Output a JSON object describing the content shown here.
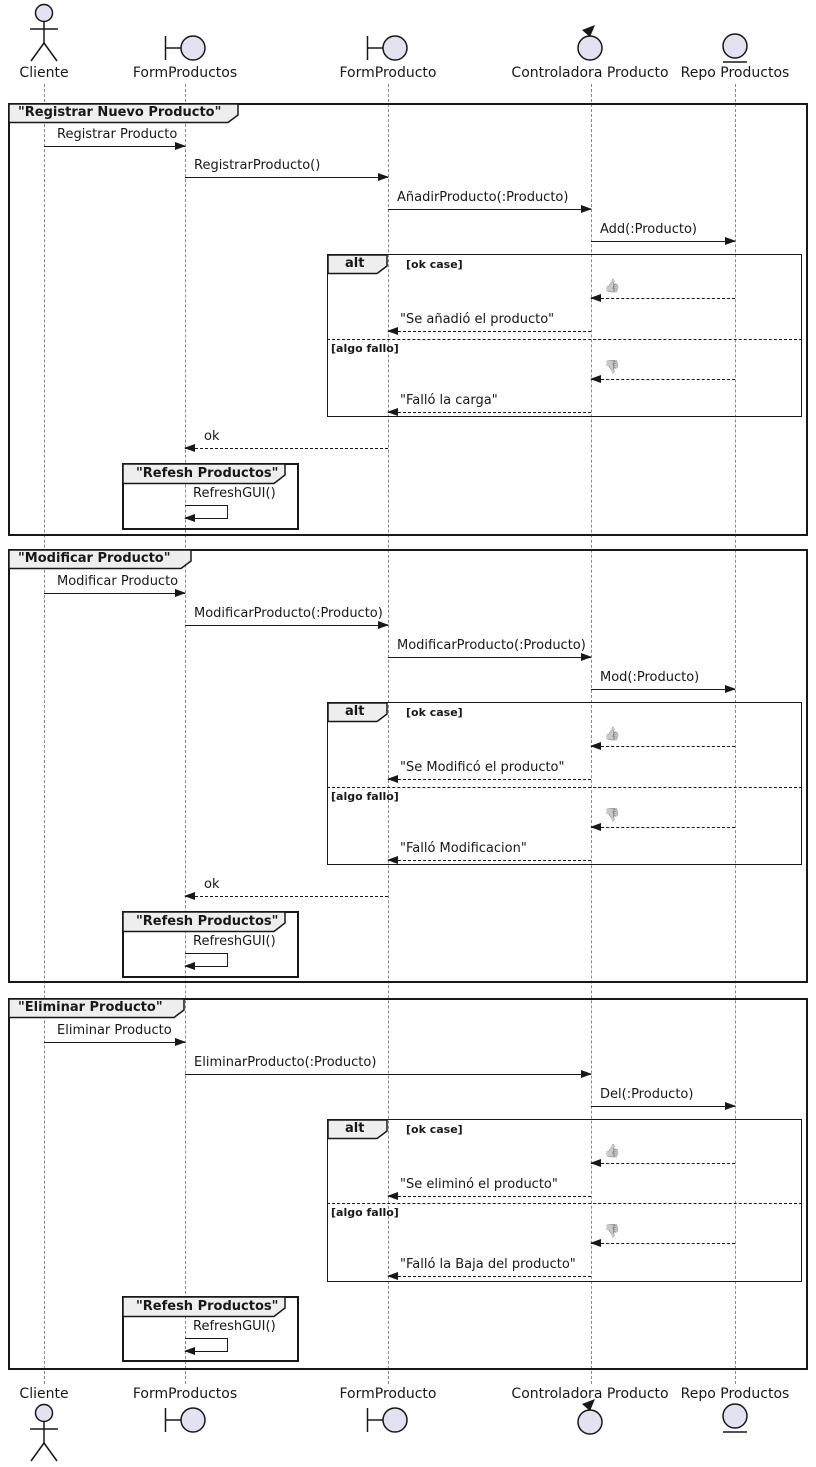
{
  "participants": [
    {
      "label": "Cliente",
      "type": "actor"
    },
    {
      "label": "FormProductos",
      "type": "boundary"
    },
    {
      "label": "FormProducto",
      "type": "boundary"
    },
    {
      "label": "Controladora Producto",
      "type": "control"
    },
    {
      "label": "Repo Productos",
      "type": "entity"
    }
  ],
  "alt": {
    "operator": "alt",
    "guard_ok": "[ok case]",
    "guard_fail": "[algo fallo]"
  },
  "icons": {
    "thumb_up": "👍",
    "thumb_down": "👎"
  },
  "groups": [
    {
      "title": "\"Registrar Nuevo Producto\"",
      "m1": "Registrar Producto",
      "m2": "RegistrarProducto()",
      "m3": "AñadirProducto(:Producto)",
      "m4": "Add(:Producto)",
      "reply_ok": "\"Se añadió el producto\"",
      "reply_fail": "\"Falló la carga\"",
      "ok": "ok",
      "ref_title": "\"Refesh Productos\"",
      "ref_msg": "RefreshGUI()"
    },
    {
      "title": "\"Modificar Producto\"",
      "m1": "Modificar Producto",
      "m2": "ModificarProducto(:Producto)",
      "m3": "ModificarProducto(:Producto)",
      "m4": "Mod(:Producto)",
      "reply_ok": "\"Se Modificó el producto\"",
      "reply_fail": "\"Falló Modificacion\"",
      "ok": "ok",
      "ref_title": "\"Refesh Productos\"",
      "ref_msg": "RefreshGUI()"
    },
    {
      "title": "\"Eliminar Producto\"",
      "m1": "Eliminar Producto",
      "m2": "EliminarProducto(:Producto)",
      "m3": "Del(:Producto)",
      "reply_ok": "\"Se eliminó el producto\"",
      "reply_fail": "\"Falló la Baja del producto\"",
      "ref_title": "\"Refesh Productos\"",
      "ref_msg": "RefreshGUI()"
    }
  ]
}
